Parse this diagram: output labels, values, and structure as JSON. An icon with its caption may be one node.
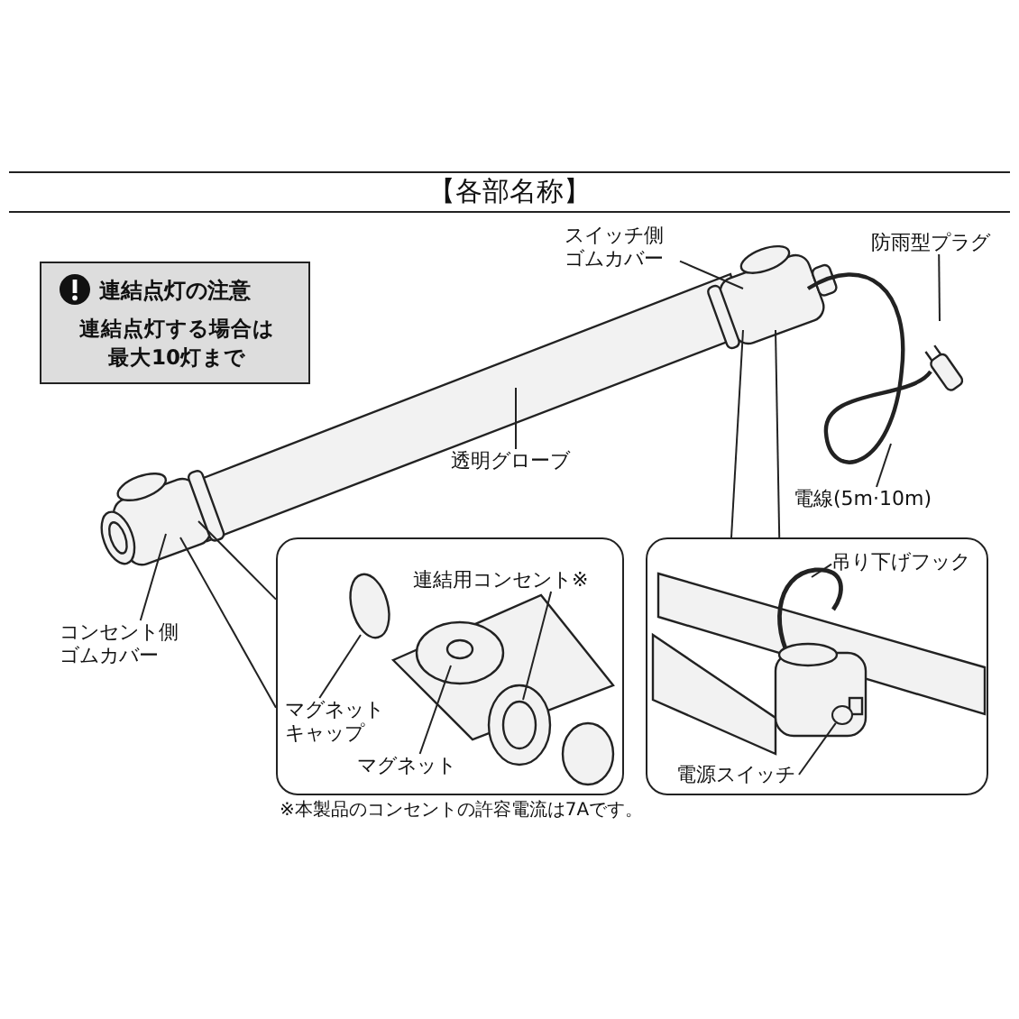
{
  "diagram": {
    "title": "【各部名称】",
    "nodes": [
      {
        "text": [
          "連結点灯の注意",
          "連結点灯する場合は最大10灯まで"
        ]
      },
      {
        "text": [
          "スイッチ側ゴムカバー"
        ]
      },
      {
        "text": [
          "防雨型プラグ"
        ]
      },
      {
        "text": [
          "透明グローブ"
        ]
      },
      {
        "text": [
          "電線(5m·10m)"
        ]
      },
      {
        "text": [
          "コンセント側ゴムカバー"
        ]
      },
      {
        "text": [],
        "shape": "box"
      },
      {
        "text": [
          "連結用コンセント※"
        ],
        "in": 6
      },
      {
        "text": [
          "マグネットキャップ"
        ],
        "in": 6
      },
      {
        "text": [
          "マグネット"
        ],
        "in": 6
      },
      {
        "text": [],
        "shape": "box"
      },
      {
        "text": [
          "吊り下げフック"
        ],
        "in": 10
      },
      {
        "text": [
          "電源スイッチ"
        ],
        "in": 10
      },
      {
        "text": [],
        "shape": "circle",
        "in": 10
      }
    ],
    "edges": [
      {
        "from": 1,
        "to": null,
        "arrow": "none"
      },
      {
        "from": 2,
        "to": null,
        "arrow": "none"
      },
      {
        "from": 3,
        "to": null,
        "arrow": "none"
      },
      {
        "from": 4,
        "to": null,
        "arrow": "none"
      },
      {
        "from": 5,
        "to": null,
        "arrow": "none"
      },
      {
        "from": null,
        "to": 6,
        "arrow": "none"
      },
      {
        "from": null,
        "to": 6,
        "arrow": "none"
      },
      {
        "from": null,
        "to": 10,
        "arrow": "none"
      },
      {
        "from": null,
        "to": 10,
        "arrow": "none"
      },
      {
        "from": 7,
        "to": null,
        "arrow": "none"
      },
      {
        "from": 8,
        "to": null,
        "arrow": "none"
      },
      {
        "from": 9,
        "to": null,
        "arrow": "none"
      },
      {
        "from": 11,
        "to": null,
        "arrow": "none"
      },
      {
        "from": 12,
        "to": 13,
        "arrow": "none"
      }
    ],
    "labels": [
      "※本製品のコンセントの許容電流は7Aです。"
    ]
  }
}
